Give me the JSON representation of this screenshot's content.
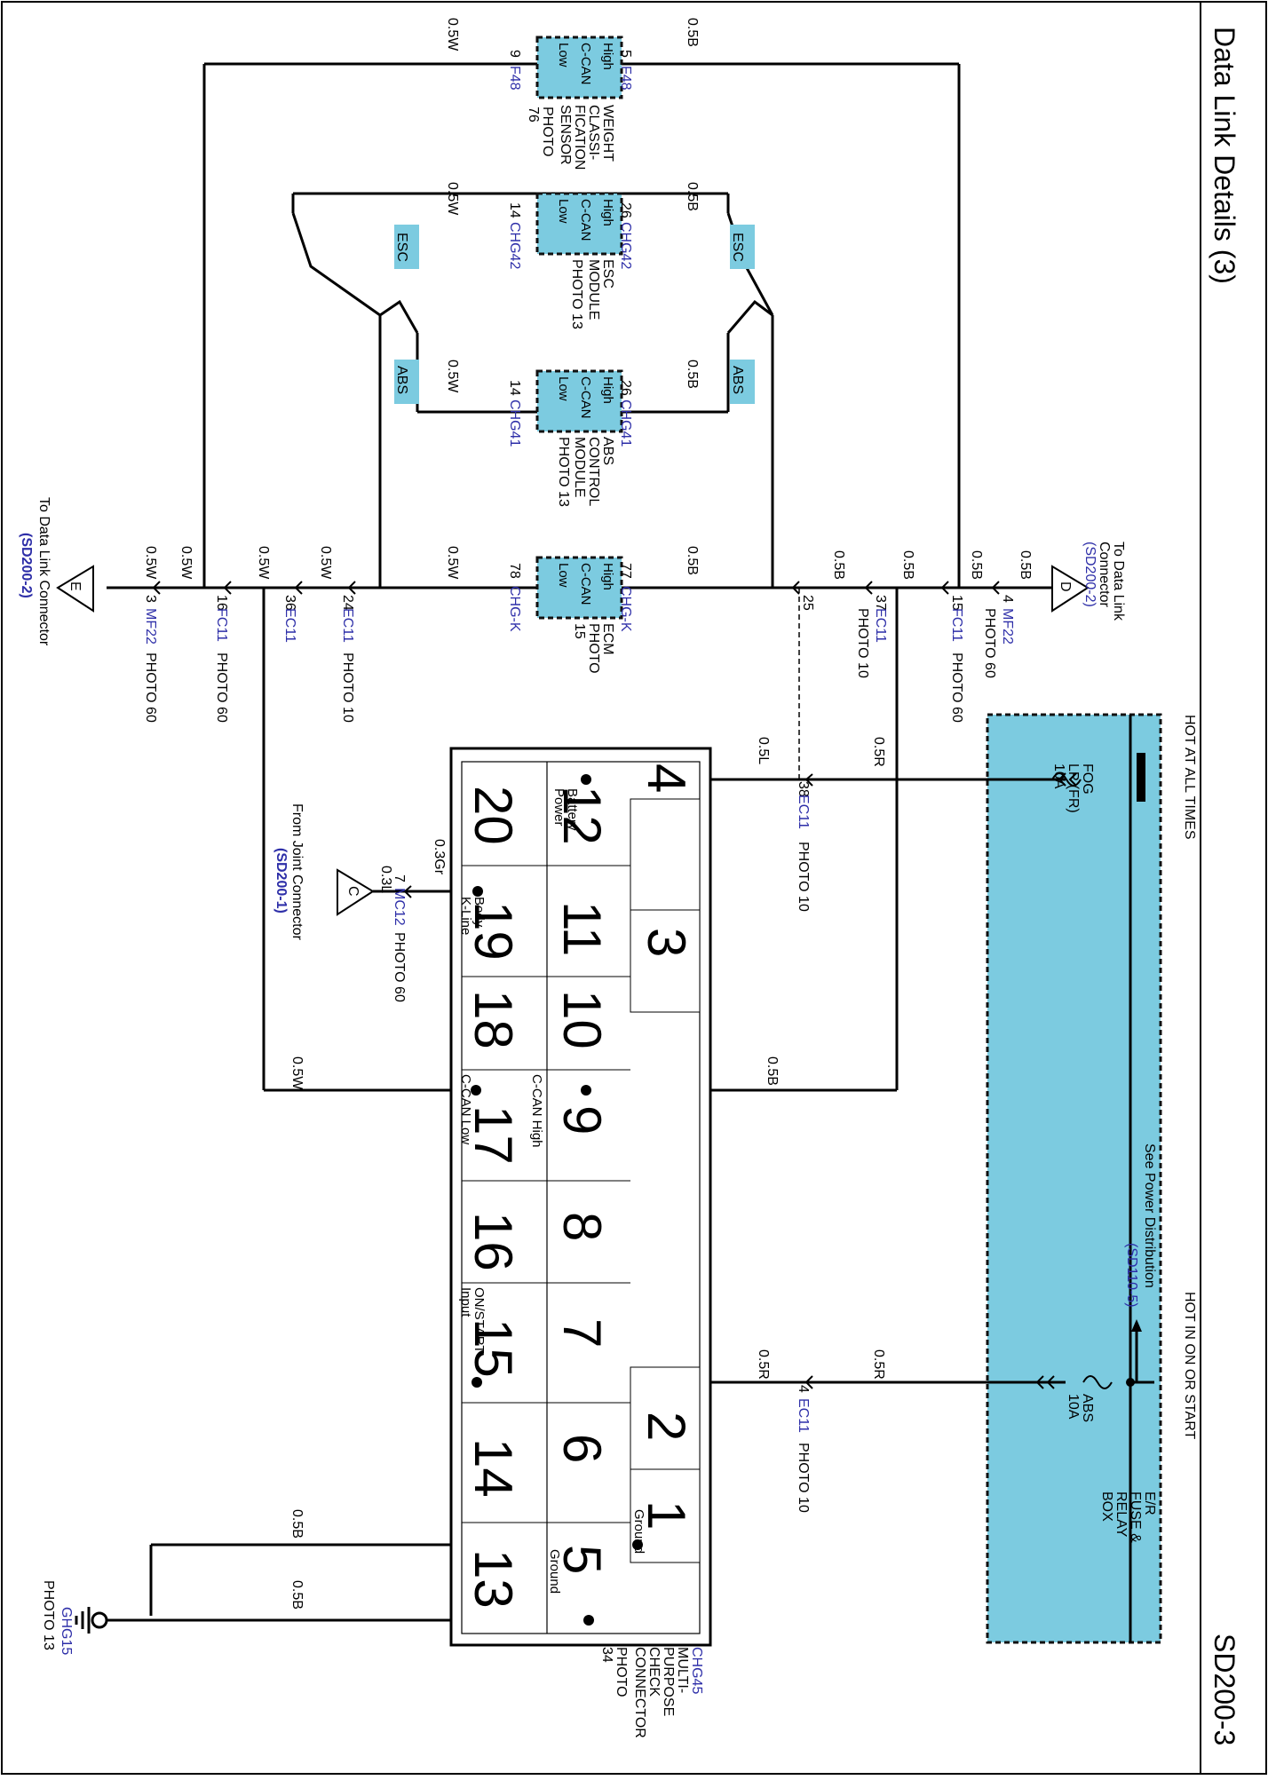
{
  "header": {
    "title": "Data Link Details (3)",
    "page_code": "SD200-3"
  },
  "hot_labels": {
    "always": "HOT AT ALL TIMES",
    "on_start": "HOT IN ON OR START"
  },
  "see_power": {
    "text": "See Power Distribution",
    "ref": "(SD110-5)"
  },
  "fuses": {
    "fog": {
      "line1": "FOG",
      "line2": "LP (FR)",
      "line3": "10A"
    },
    "abs": {
      "line1": "ABS",
      "line2": "10A"
    }
  },
  "er_box": {
    "line1": "E/R",
    "line2": "FUSE &",
    "line3": "RELAY",
    "line4": "BOX"
  },
  "can": {
    "high": "High",
    "mid": "C-CAN",
    "low": "Low"
  },
  "modules": {
    "wcs": {
      "pin_h": "5",
      "pin_l": "9",
      "conn": "F48",
      "line1": "WEIGHT",
      "line2": "CLASSI-",
      "line3": "FICATION",
      "line4": "SENSOR",
      "photo": "PHOTO",
      "photo_num": "76"
    },
    "esc": {
      "pin_h": "26",
      "pin_l": "14",
      "conn_h": "CHG42",
      "conn_l": "CHG42",
      "line1": "ESC",
      "line2": "MODULE",
      "photo": "PHOTO 13"
    },
    "abs": {
      "pin_h": "26",
      "pin_l": "14",
      "conn_h": "CHG41",
      "conn_l": "CHG41",
      "line1": "ABS",
      "line2": "CONTROL",
      "line3": "MODULE",
      "photo": "PHOTO 13"
    },
    "ecm": {
      "pin_h": "77",
      "pin_l": "78",
      "conn_h": "CHG-K",
      "conn_l": "CHG-K",
      "line1": "ECM",
      "photo": "PHOTO",
      "photo_num": "15"
    }
  },
  "tags": {
    "esc": "ESC",
    "abs": "ABS"
  },
  "wires": {
    "b": "0.5B",
    "w": "0.5W",
    "r": "0.5R",
    "l": "0.5L",
    "gr": "0.3Gr",
    "l3": "0.3L"
  },
  "connectors": {
    "fc11": "FC11",
    "ec11": "EC11",
    "mf22": "MF22",
    "mc12": "MC12",
    "photo60": "PHOTO 60",
    "photo10": "PHOTO 10",
    "p15": "15",
    "p37": "37",
    "p25": "25",
    "p4": "4",
    "p16": "16",
    "p36": "36",
    "p24": "24",
    "p3": "3",
    "p38": "38",
    "p7": "7",
    "p4b": "4"
  },
  "offpage": {
    "d": {
      "letter": "D",
      "line1": "To Data Link",
      "line2": "Connector",
      "ref": "(SD200-2)"
    },
    "e": {
      "letter": "E",
      "line1": "To Data Link Connector",
      "ref": "(SD200-2)"
    },
    "c": {
      "letter": "C",
      "line1": "From Joint Connector",
      "ref": "(SD200-1)"
    }
  },
  "mpcc": {
    "pins": [
      "4",
      "3",
      "12",
      "11",
      "10",
      "9",
      "8",
      "7",
      "2",
      "6",
      "1",
      "5",
      "20",
      "19",
      "18",
      "17",
      "16",
      "15",
      "14",
      "13"
    ],
    "labels": {
      "battery": "Battery",
      "power": "Power",
      "body": "Body",
      "kline": "K-Line",
      "can_high": "C-CAN High",
      "can_low": "C-CAN Low",
      "onstart": "ON/START",
      "input": "Input",
      "ground1": "Ground",
      "ground5": "Ground"
    },
    "conn": "CHG45",
    "line1": "MULTI-",
    "line2": "PURPOSE",
    "line3": "CHECK",
    "line4": "CONNECTOR",
    "photo": "PHOTO",
    "photo_num": "34"
  },
  "ground": {
    "conn": "GHG15",
    "photo": "PHOTO 13"
  }
}
